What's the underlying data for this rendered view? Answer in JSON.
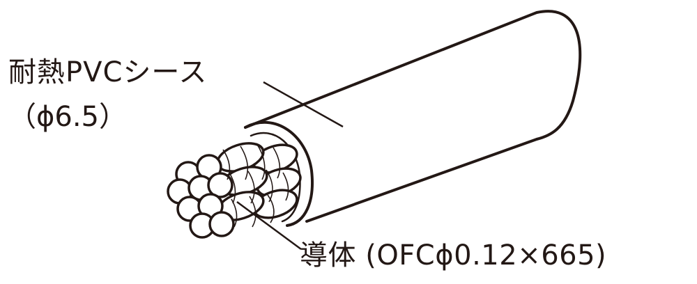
{
  "labels": {
    "sheath_line1": "耐熱PVCシース",
    "sheath_line2": "（ϕ6.5）",
    "conductor": "導体 (OFCϕ0.12×665)"
  },
  "colors": {
    "ink": "#231815",
    "background": "#ffffff"
  }
}
